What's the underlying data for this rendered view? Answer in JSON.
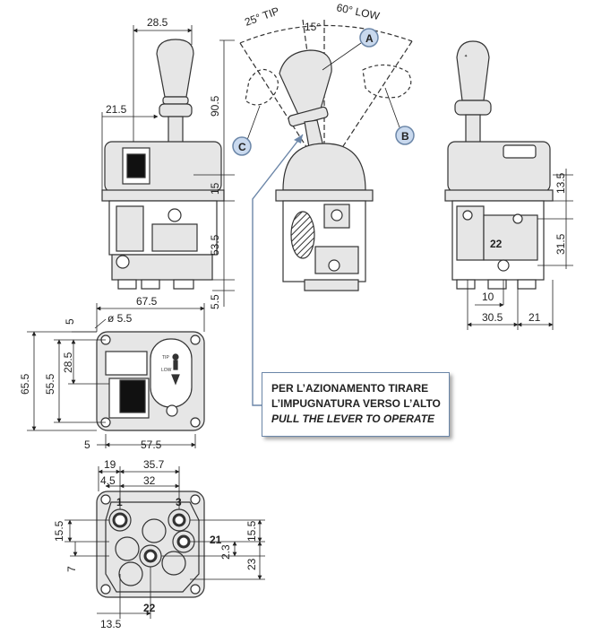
{
  "title": "",
  "dims": {
    "top_width": "28.5",
    "left_offset": "21.5",
    "height_upper": "90.5",
    "height_mid": "15",
    "height_lower": "53.5",
    "height_bottom": "5.5",
    "right_h1": "13.5",
    "right_h2": "31.5",
    "right_w1": "10",
    "right_w2": "30.5",
    "right_w3": "21",
    "port_label_22_side": "22",
    "plan_width": "67.5",
    "plan_top": "5",
    "plan_hole": "ø 5.5",
    "plan_h_total": "65.5",
    "plan_h_mid": "55.5",
    "plan_h_inner": "28.5",
    "plan_bottom_left": "5",
    "plan_bottom_width": "57.5",
    "base_w19": "19",
    "base_w357": "35.7",
    "base_w45": "4.5",
    "base_w32": "32",
    "base_h155_left": "15.5",
    "base_h7": "7",
    "base_h155_right": "15.5",
    "base_h23": "2.3",
    "base_h23b": "23",
    "base_w135": "13.5"
  },
  "angles": {
    "tip": "25° TIP",
    "low": "60° LOW",
    "center": "15°"
  },
  "callouts": {
    "a": "A",
    "b": "B",
    "c": "C"
  },
  "ports": {
    "p1": "1",
    "p3": "3",
    "p21": "21",
    "p22": "22"
  },
  "plate_labels": {
    "tip": "TIP",
    "low": "LOW"
  },
  "note": {
    "line1": "PER L’AZIONAMENTO TIRARE",
    "line2": "L’IMPUGNATURA VERSO L’ALTO",
    "line3": "PULL THE LEVER TO OPERATE"
  },
  "colors": {
    "body_fill": "#e6e6e6",
    "outline": "#333333",
    "callout_fill": "#c9d9ee",
    "callout_stroke": "#6b86a8",
    "leader": "#6b86a8"
  }
}
